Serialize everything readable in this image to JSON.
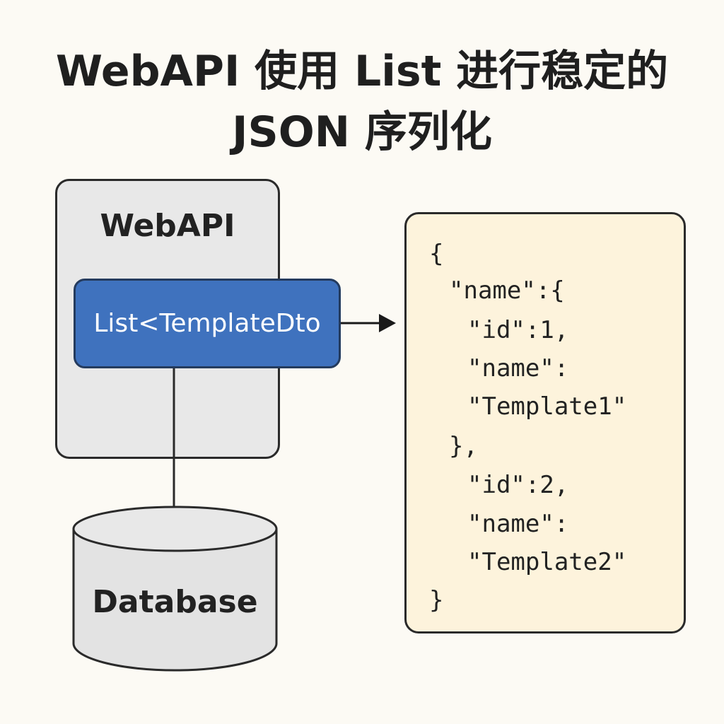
{
  "title": {
    "line1": "WebAPI 使用 List 进行稳定的",
    "line2": "JSON 序列化"
  },
  "webapi": {
    "label": "WebAPI",
    "list_label": "List<TemplateDto"
  },
  "database": {
    "label": "Database"
  },
  "json_lines": [
    "{",
    "\"name\":{",
    "\"id\":1,",
    "\"name\":",
    "\"Template1\"",
    "},",
    "\"id\":2,",
    "\"name\":",
    "\"Template2\"",
    "}"
  ],
  "colors": {
    "background": "#fcfaf4",
    "webapi_fill": "#e8e8e8",
    "list_fill": "#3f72be",
    "json_fill": "#fdf3dc",
    "database_fill": "#e3e3e3"
  }
}
